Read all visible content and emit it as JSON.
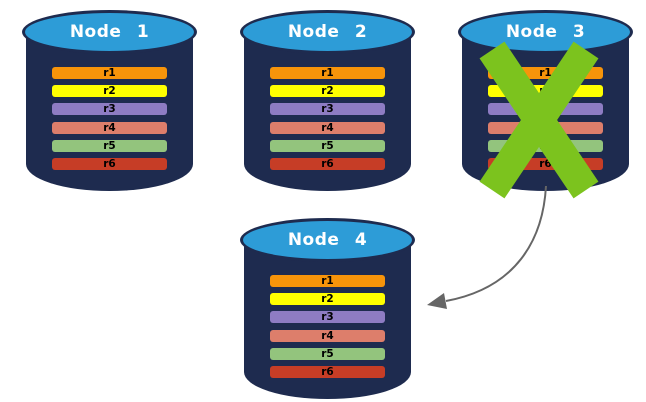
{
  "canvas": {
    "background": "#ffffff"
  },
  "colors": {
    "cylinder_body": "#1E2B4F",
    "cylinder_top": "#2D9CD7",
    "title_text": "#ffffff",
    "row_text": "#000000",
    "x_mark": "#7CC31E",
    "arrow": "#666666"
  },
  "nodes": [
    {
      "title": "Node 1",
      "failed": false,
      "rows": [
        {
          "label": "r1",
          "color": "#F7940A"
        },
        {
          "label": "r2",
          "color": "#FFFF00"
        },
        {
          "label": "r3",
          "color": "#8E7CC3"
        },
        {
          "label": "r4",
          "color": "#DD7E6B"
        },
        {
          "label": "r5",
          "color": "#93C47D"
        },
        {
          "label": "r6",
          "color": "#C63D26"
        }
      ]
    },
    {
      "title": "Node 2",
      "failed": false,
      "rows": [
        {
          "label": "r1",
          "color": "#F7940A"
        },
        {
          "label": "r2",
          "color": "#FFFF00"
        },
        {
          "label": "r3",
          "color": "#8E7CC3"
        },
        {
          "label": "r4",
          "color": "#DD7E6B"
        },
        {
          "label": "r5",
          "color": "#93C47D"
        },
        {
          "label": "r6",
          "color": "#C63D26"
        }
      ]
    },
    {
      "title": "Node 3",
      "failed": true,
      "rows": [
        {
          "label": "r1",
          "color": "#F7940A"
        },
        {
          "label": "r2",
          "color": "#FFFF00"
        },
        {
          "label": "r3",
          "color": "#8E7CC3"
        },
        {
          "label": "r4",
          "color": "#DD7E6B"
        },
        {
          "label": "r5",
          "color": "#93C47D"
        },
        {
          "label": "r6",
          "color": "#C63D26"
        }
      ]
    },
    {
      "title": "Node 4",
      "failed": false,
      "rows": [
        {
          "label": "r1",
          "color": "#F7940A"
        },
        {
          "label": "r2",
          "color": "#FFFF00"
        },
        {
          "label": "r3",
          "color": "#8E7CC3"
        },
        {
          "label": "r4",
          "color": "#DD7E6B"
        },
        {
          "label": "r5",
          "color": "#93C47D"
        },
        {
          "label": "r6",
          "color": "#C63D26"
        }
      ]
    }
  ],
  "arrow": {
    "from": "Node 3",
    "to": "Node 4"
  }
}
